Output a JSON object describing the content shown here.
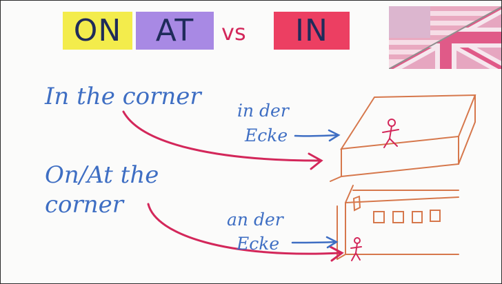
{
  "header": {
    "tags": {
      "on": "ON",
      "at": "AT",
      "vs": "vs",
      "in": "IN"
    }
  },
  "board": {
    "in_the_corner": "In the corner",
    "in_der": "in der",
    "ecke_top": "Ecke",
    "on_at_the": "On/At the",
    "corner": "corner",
    "an_der": "an der",
    "ecke_bottom": "Ecke"
  },
  "colors": {
    "on": "#f3ec4c",
    "at": "#a889e4",
    "in": "#ec3f62",
    "ink_blue": "#3e6ec3",
    "ink_red": "#d3275a",
    "ink_orange": "#d6774b"
  }
}
